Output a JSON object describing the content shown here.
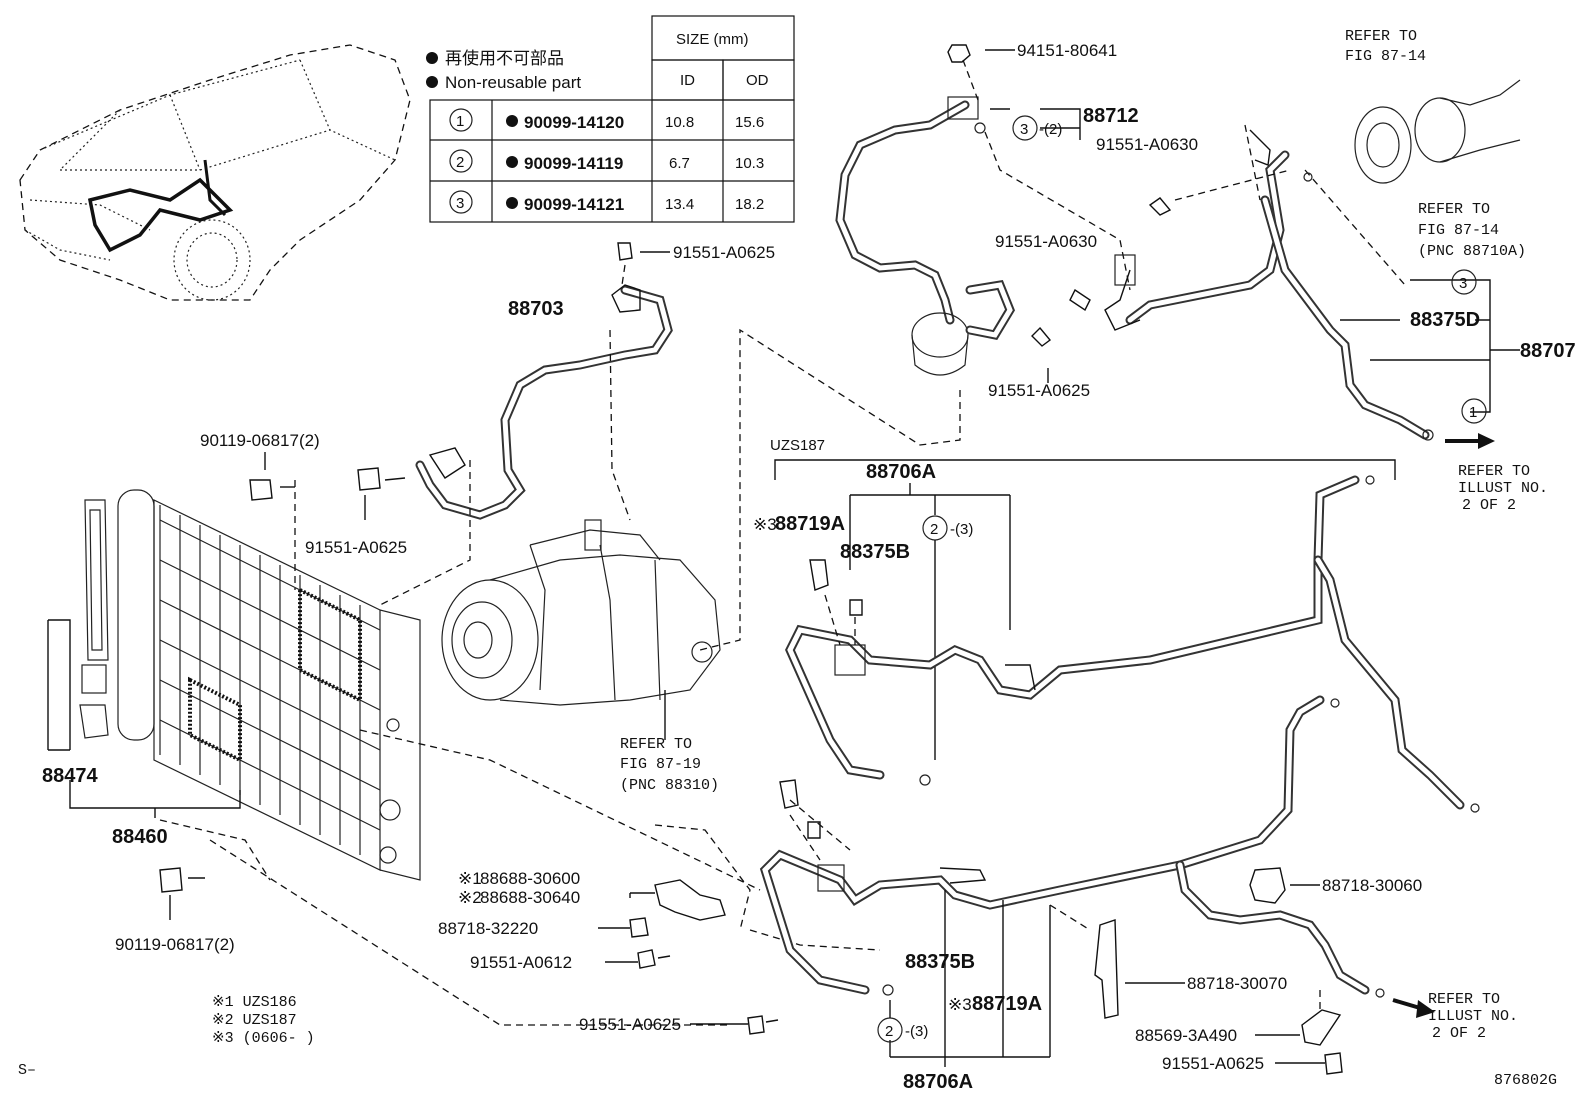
{
  "legend": {
    "non_reusable_jp": "再使用不可部品",
    "non_reusable_en": "Non-reusable part",
    "size_header": "SIZE (mm)",
    "col_id": "ID",
    "col_od": "OD",
    "rows": [
      {
        "num": "1",
        "part": "90099-14120",
        "id": "10.8",
        "od": "15.6"
      },
      {
        "num": "2",
        "part": "90099-14119",
        "id": "6.7",
        "od": "10.3"
      },
      {
        "num": "3",
        "part": "90099-14121",
        "id": "13.4",
        "od": "18.2"
      }
    ]
  },
  "labels": {
    "p94151": "94151-80641",
    "p88712": "88712",
    "p3x2": "-(2)",
    "p91551_0630_a": "91551-A0630",
    "p91551_0630_b": "91551-A0630",
    "p91551_0625_top": "91551-A0625",
    "p91551_0625_mid": "91551-A0625",
    "p91551_0625_left": "91551-A0625",
    "p91551_0625_bot": "91551-A0625",
    "p91551_0625_br": "91551-A0625",
    "p88703": "88703",
    "p88375D": "88375D",
    "p88707": "88707",
    "p90119_top": "90119-06817(2)",
    "p90119_bot": "90119-06817(2)",
    "p88474": "88474",
    "p88460": "88460",
    "uzs187": "UZS187",
    "p88706A_top": "88706A",
    "p88706A_bot": "88706A",
    "p88719A_top": "88719A",
    "p88719A_bot": "88719A",
    "mark3": "※3",
    "p88375B_top": "88375B",
    "p88375B_bot": "88375B",
    "p2x3": "-(3)",
    "p88688_30600": "88688-30600",
    "p88688_30640": "88688-30640",
    "mark1": "※1",
    "mark2": "※2",
    "p88718_32220": "88718-32220",
    "p91551_0612": "91551-A0612",
    "p88718_30060": "88718-30060",
    "p88718_30070": "88718-30070",
    "p88569": "88569-3A490",
    "note1": "※1 UZS186",
    "note2": "※2 UZS187",
    "note3": "※3 (0606-     )",
    "s_mark": "S–",
    "fig_code": "876802G",
    "circ1": "1",
    "circ2": "2",
    "circ3": "3"
  },
  "refs": {
    "refer_to": "REFER TO",
    "fig_87_14_a": "FIG 87-14",
    "fig_87_14_b": "FIG 87-14",
    "pnc_88710a": "(PNC 88710A)",
    "fig_87_19": "FIG 87-19",
    "pnc_88310": "(PNC 88310)",
    "illust_no": "ILLUST NO.",
    "two_of_two": "2 OF 2"
  }
}
